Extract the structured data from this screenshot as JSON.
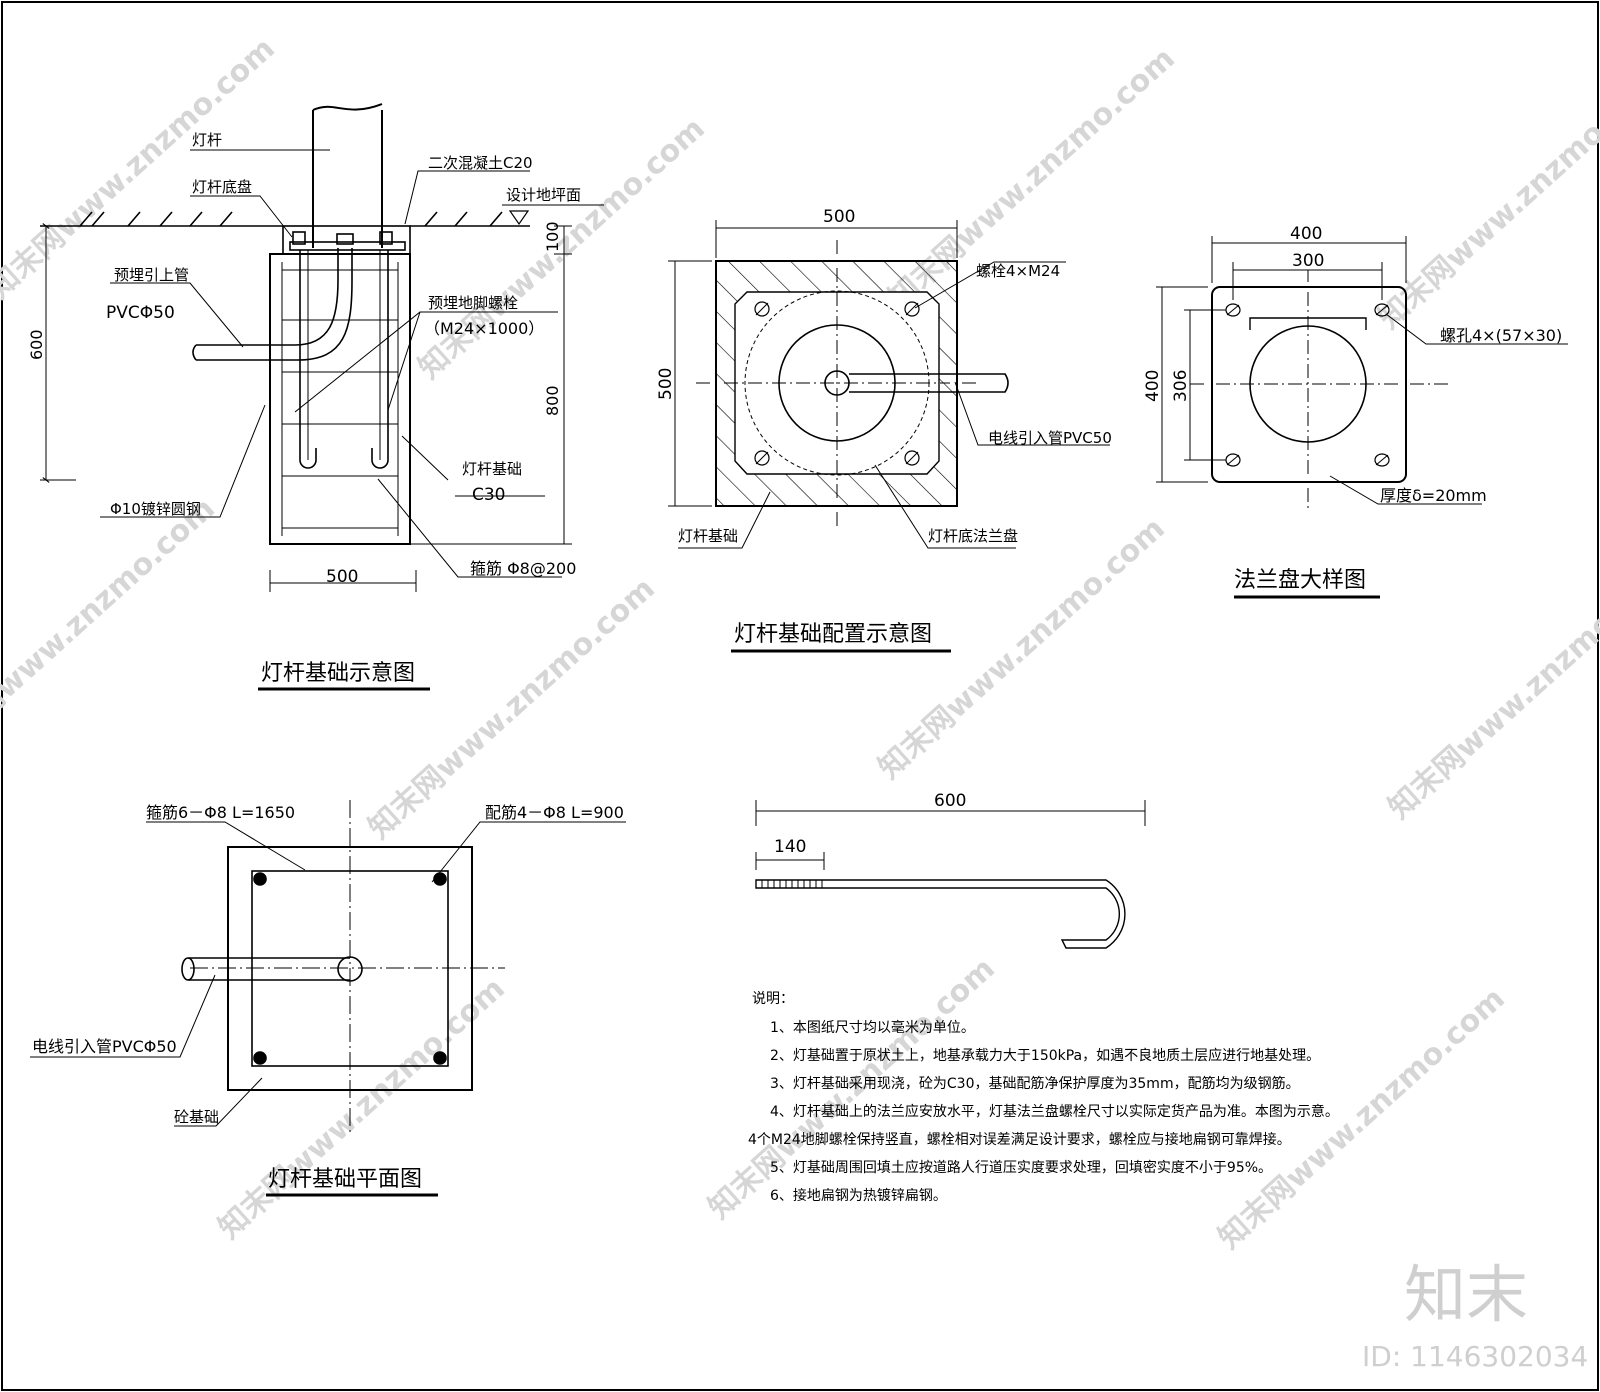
{
  "watermark_text": "知末网www.znzmo.com",
  "brand": {
    "logo": "知末",
    "id_label": "ID: 1146302034"
  },
  "view1": {
    "title": "灯杆基础示意图",
    "labels": {
      "pole": "灯杆",
      "base_plate": "灯杆底盘",
      "grout": "二次混凝土C20",
      "ground": "设计地坪面",
      "conduit_1": "预埋引上管",
      "conduit_2": "PVCΦ50",
      "anchor_1": "预埋地脚螺栓",
      "anchor_2": "（M24×1000）",
      "found_1": "灯杆基础",
      "found_2": "C30",
      "round_steel": "Φ10镀锌圆钢",
      "stirrup": "箍筋 Φ8@200"
    },
    "dims": {
      "d600": "600",
      "d100": "100",
      "d800": "800",
      "d500": "500"
    }
  },
  "view2": {
    "title": "灯杆基础配置示意图",
    "labels": {
      "bolts": "螺栓4×M24",
      "conduit": "电线引入管PVC50",
      "foundation": "灯杆基础",
      "flange": "灯杆底法兰盘"
    },
    "dims": {
      "w500": "500",
      "h500": "500"
    }
  },
  "view3": {
    "title": "法兰盘大样图",
    "labels": {
      "holes": "螺孔4×(57×30)",
      "thickness": "厚度δ=20mm"
    },
    "dims": {
      "w400": "400",
      "w300": "300",
      "h400": "400",
      "h306": "306"
    }
  },
  "view4": {
    "title": "灯杆基础平面图",
    "labels": {
      "stirrup": "箍筋6－Φ8 L=1650",
      "rebar": "配筋4－Φ8 L=900",
      "conduit": "电线引入管PVCΦ50",
      "base": "砼基础"
    }
  },
  "bolt_detail": {
    "d600": "600",
    "d140": "140"
  },
  "notes": {
    "heading": "说明：",
    "items": [
      "1、本图纸尺寸均以毫米为单位。",
      "2、灯基础置于原状土上，地基承载力大于150kPa，如遇不良地质土层应进行地基处理。",
      "3、灯杆基础采用现浇，砼为C30，基础配筋净保护厚度为35mm，配筋均为级钢筋。",
      "4、灯杆基础上的法兰应安放水平，灯基法兰盘螺栓尺寸以实际定货产品为准。本图为示意。",
      "4个M24地脚螺栓保持竖直，螺栓相对误差满足设计要求，螺栓应与接地扁钢可靠焊接。",
      "5、灯基础周围回填土应按道路人行道压实度要求处理，回填密实度不小于95%。",
      "6、接地扁钢为热镀锌扁钢。"
    ]
  }
}
